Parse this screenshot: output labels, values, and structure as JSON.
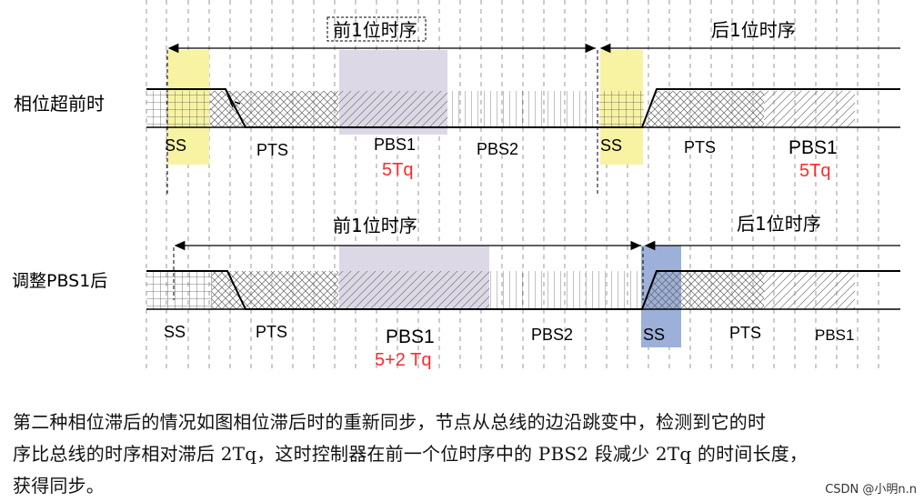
{
  "diagram": {
    "top": {
      "row_label": "相位超前时",
      "prev_bit_label": "前1位时序",
      "next_bit_label": "后1位时序",
      "seg_ss_1": "SS",
      "seg_pts_1": "PTS",
      "seg_pbs1_1": "PBS1",
      "seg_pbs1_1_len": "5Tq",
      "seg_pbs2_1": "PBS2",
      "seg_ss_2": "SS",
      "seg_pts_2": "PTS",
      "seg_pbs1_2": "PBS1",
      "seg_pbs1_2_len": "5Tq"
    },
    "bottom": {
      "row_label": "调整PBS1后",
      "prev_bit_label": "前1位时序",
      "next_bit_label": "后1位时序",
      "seg_ss_1": "SS",
      "seg_pts_1": "PTS",
      "seg_pbs1_1": "PBS1",
      "seg_pbs1_1_len": "5+2 Tq",
      "seg_pbs2_1": "PBS2",
      "seg_ss_2": "SS",
      "seg_pts_2": "PTS",
      "seg_pbs1_2": "PBS1"
    },
    "colors": {
      "ss_highlight": "#f7f3a3",
      "pbs1_highlight": "#ddd8e6",
      "ss_adjusted_highlight": "#9db0da",
      "length_text": "#ff2a2a"
    }
  },
  "caption": {
    "line1": "第二种相位滞后的情况如图相位滞后时的重新同步，节点从总线的边沿跳变中，检测到它的时",
    "line2": "序比总线的时序相对滞后 2Tq，这时控制器在前一个位时序中的 PBS2 段减少 2Tq 的时间长度，",
    "line3": "获得同步。"
  },
  "watermark": "CSDN @小明n.n"
}
